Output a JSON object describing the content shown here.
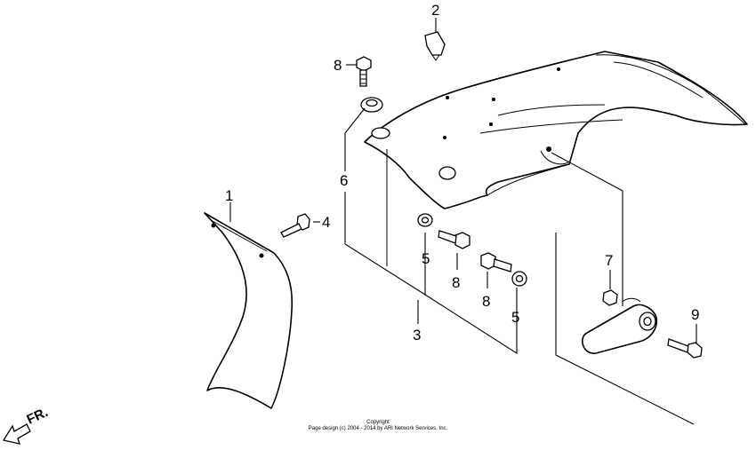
{
  "callouts": {
    "c1": "1",
    "c2": "2",
    "c3": "3",
    "c4": "4",
    "c5a": "5",
    "c5b": "5",
    "c6": "6",
    "c7": "7",
    "c8a": "8",
    "c8b": "8",
    "c8c": "8",
    "c9": "9"
  },
  "direction_label": "FR.",
  "copyright": {
    "line1": "Copyright",
    "line2": "Page design (c) 2004 - 2014 by ARI Network Services, Inc."
  }
}
